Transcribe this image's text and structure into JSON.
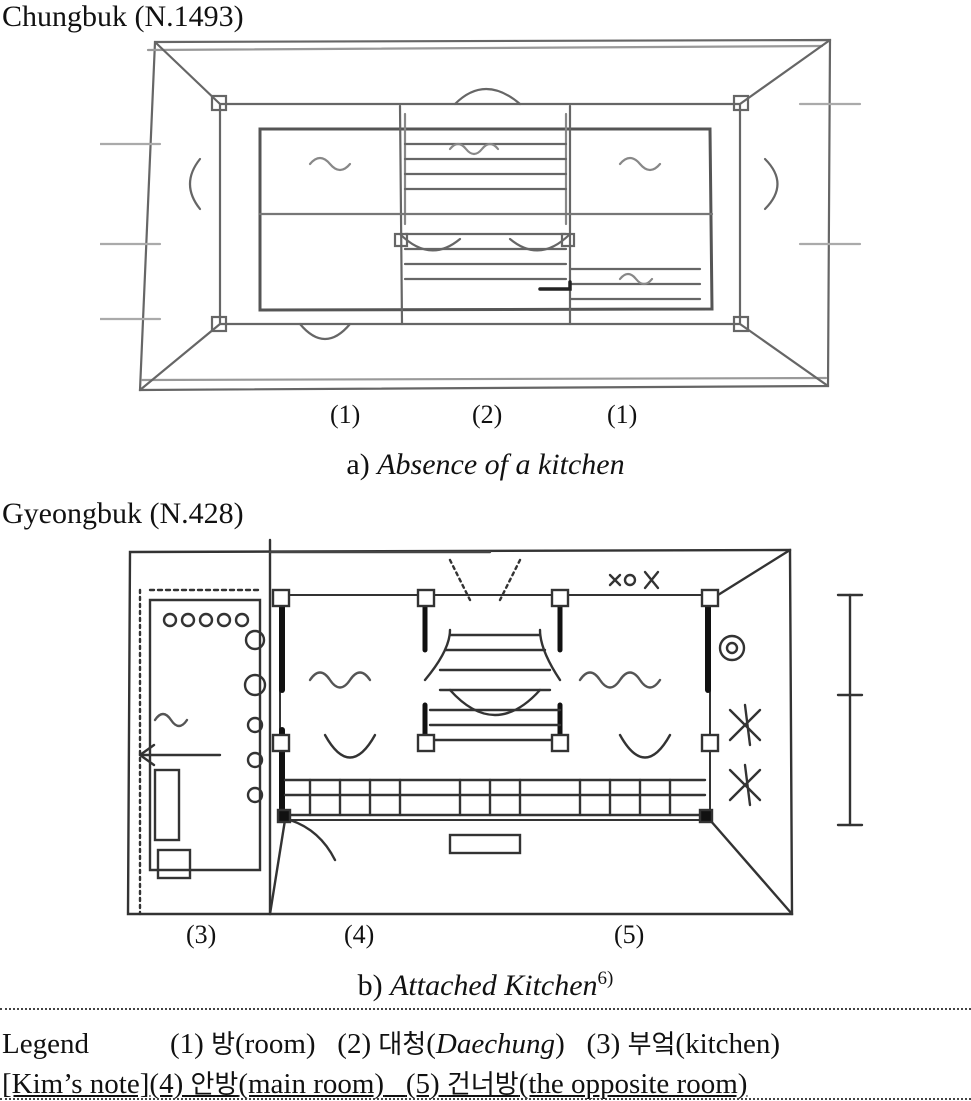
{
  "figure_a": {
    "heading": "Chungbuk (N.1493)",
    "labels": [
      "(1)",
      "(2)",
      "(1)"
    ],
    "caption_prefix": "a) ",
    "caption_text": "Absence of a kitchen"
  },
  "figure_b": {
    "heading": "Gyeongbuk (N.428)",
    "labels": [
      "(3)",
      "(4)",
      "(5)"
    ],
    "caption_prefix": "b) ",
    "caption_text": "Attached Kitchen",
    "caption_sup": "6)"
  },
  "legend": {
    "title": "Legend",
    "items": [
      {
        "num": "(1) ",
        "ko": "방",
        "en": "(room)"
      },
      {
        "num": "(2) ",
        "ko": "대청",
        "en_italic": "Daechung",
        "open": "(",
        "close": ")"
      },
      {
        "num": "(3) ",
        "ko": "부엌",
        "en": "(kitchen)"
      }
    ],
    "note_label": "[Kim’s note]",
    "note_items": [
      {
        "num": "(4) ",
        "ko": "안방",
        "en": "(main room)"
      },
      {
        "num": "(5) ",
        "ko": "건너방",
        "en": "(the opposite room)"
      }
    ]
  }
}
